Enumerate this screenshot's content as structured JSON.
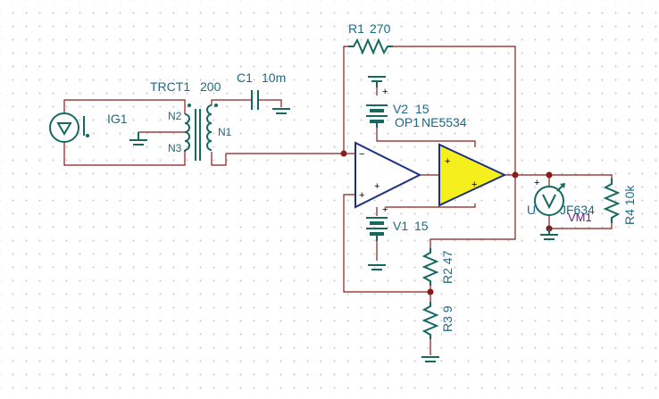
{
  "components": {
    "r1": {
      "ref": "R1",
      "value": "270"
    },
    "trct1": {
      "ref": "TRCT1",
      "value": "200",
      "winding_primary_top": "N2",
      "winding_primary_bottom": "N3",
      "winding_secondary": "N1"
    },
    "c1": {
      "ref": "C1",
      "value": "10m"
    },
    "ig1": {
      "ref": "IG1"
    },
    "v2": {
      "ref": "V2",
      "value": "15"
    },
    "v1": {
      "ref": "V1",
      "value": "15"
    },
    "op1": {
      "ref": "OP1",
      "value": "NE5534"
    },
    "r2": {
      "ref": "R2",
      "value": "47"
    },
    "r3": {
      "ref": "R3",
      "value": "9"
    },
    "r4": {
      "ref": "R4",
      "value": "10k"
    },
    "vm1": {
      "ref": "VM1"
    },
    "u_label": {
      "text": "U"
    },
    "jf634": {
      "text": "JF634"
    }
  },
  "pin_marks": {
    "minus": "−",
    "plus": "+"
  },
  "colors": {
    "wire": "#8b1a1a",
    "component": "#15695f",
    "opamp_outline": "#1c2f85",
    "opamp_fill_yellow": "#f5ef1e",
    "label": "#1a6b86",
    "probe_label": "#6a1a86"
  }
}
